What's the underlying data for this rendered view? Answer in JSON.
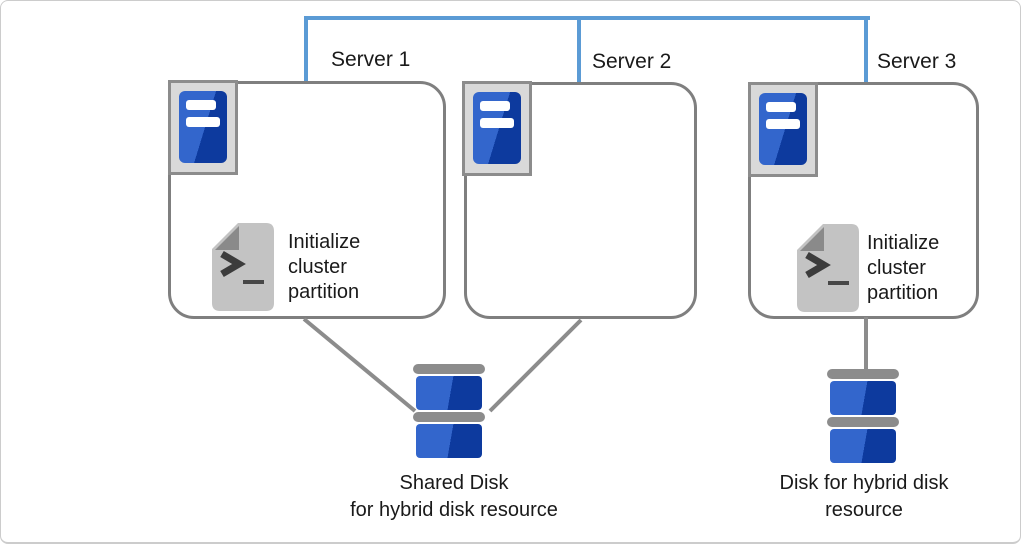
{
  "colors": {
    "net-blue": "#5B9BD5",
    "box-border": "#7F7F7F",
    "connector-gray": "#8C8C8C",
    "server-blue-light": "#3366CC",
    "server-blue-dark": "#0D3A9E",
    "icon-frame-bg": "#D9D9D9",
    "icon-frame-border": "#8C8C8C",
    "page-gray": "#C3C3C3",
    "page-fold-gray": "#8A8A8A",
    "glyph-dark": "#3C3C3C",
    "disk-cap-gray": "#8C8C8C",
    "text-black": "#1A1A1A",
    "canvas-border": "#CCCCCC"
  },
  "servers": [
    {
      "label": "Server 1"
    },
    {
      "label": "Server 2"
    },
    {
      "label": "Server 3"
    }
  ],
  "script_note": {
    "line1": "Initialize",
    "line2": "cluster",
    "line3": "partition"
  },
  "shared_disk_caption": {
    "line1": "Shared Disk",
    "line2": "for hybrid disk resource"
  },
  "hybrid_disk_caption": {
    "line1": "Disk for hybrid disk",
    "line2": "resource"
  },
  "icons": {
    "server": "server-tower-icon",
    "script": "script-file-icon",
    "disk": "disk-stack-icon"
  }
}
